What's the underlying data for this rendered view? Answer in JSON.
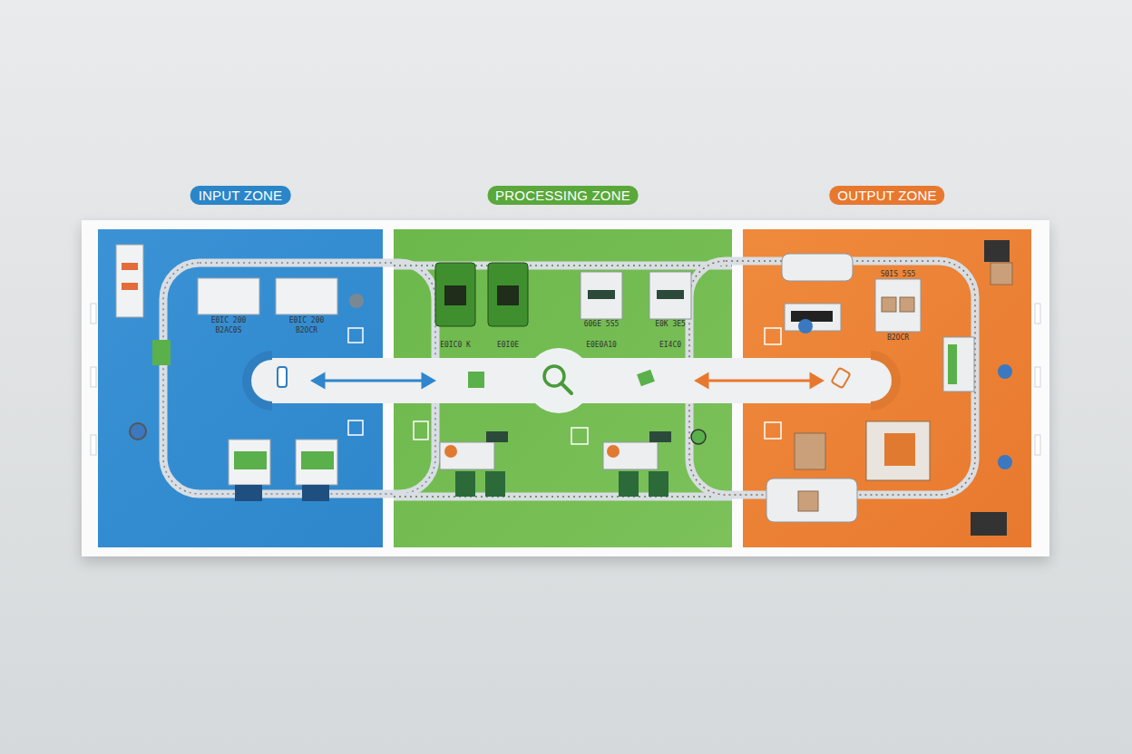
{
  "diagram": {
    "nodes": [
      {
        "text": [
          "INPUT ZONE"
        ]
      },
      {
        "text": [
          "PROCESSING ZONE"
        ]
      },
      {
        "text": [
          "OUTPUT ZONE"
        ]
      }
    ],
    "labels": [
      "E0IC 200",
      "E0IC 200",
      "B2AC0S",
      "B2OCR",
      "E0IC0 K",
      "E0I0E",
      "606E 5S5",
      "E0K 3E5",
      "E0E0A10",
      "EI4C0",
      "S0IS 5S5",
      "B2OCR"
    ]
  }
}
